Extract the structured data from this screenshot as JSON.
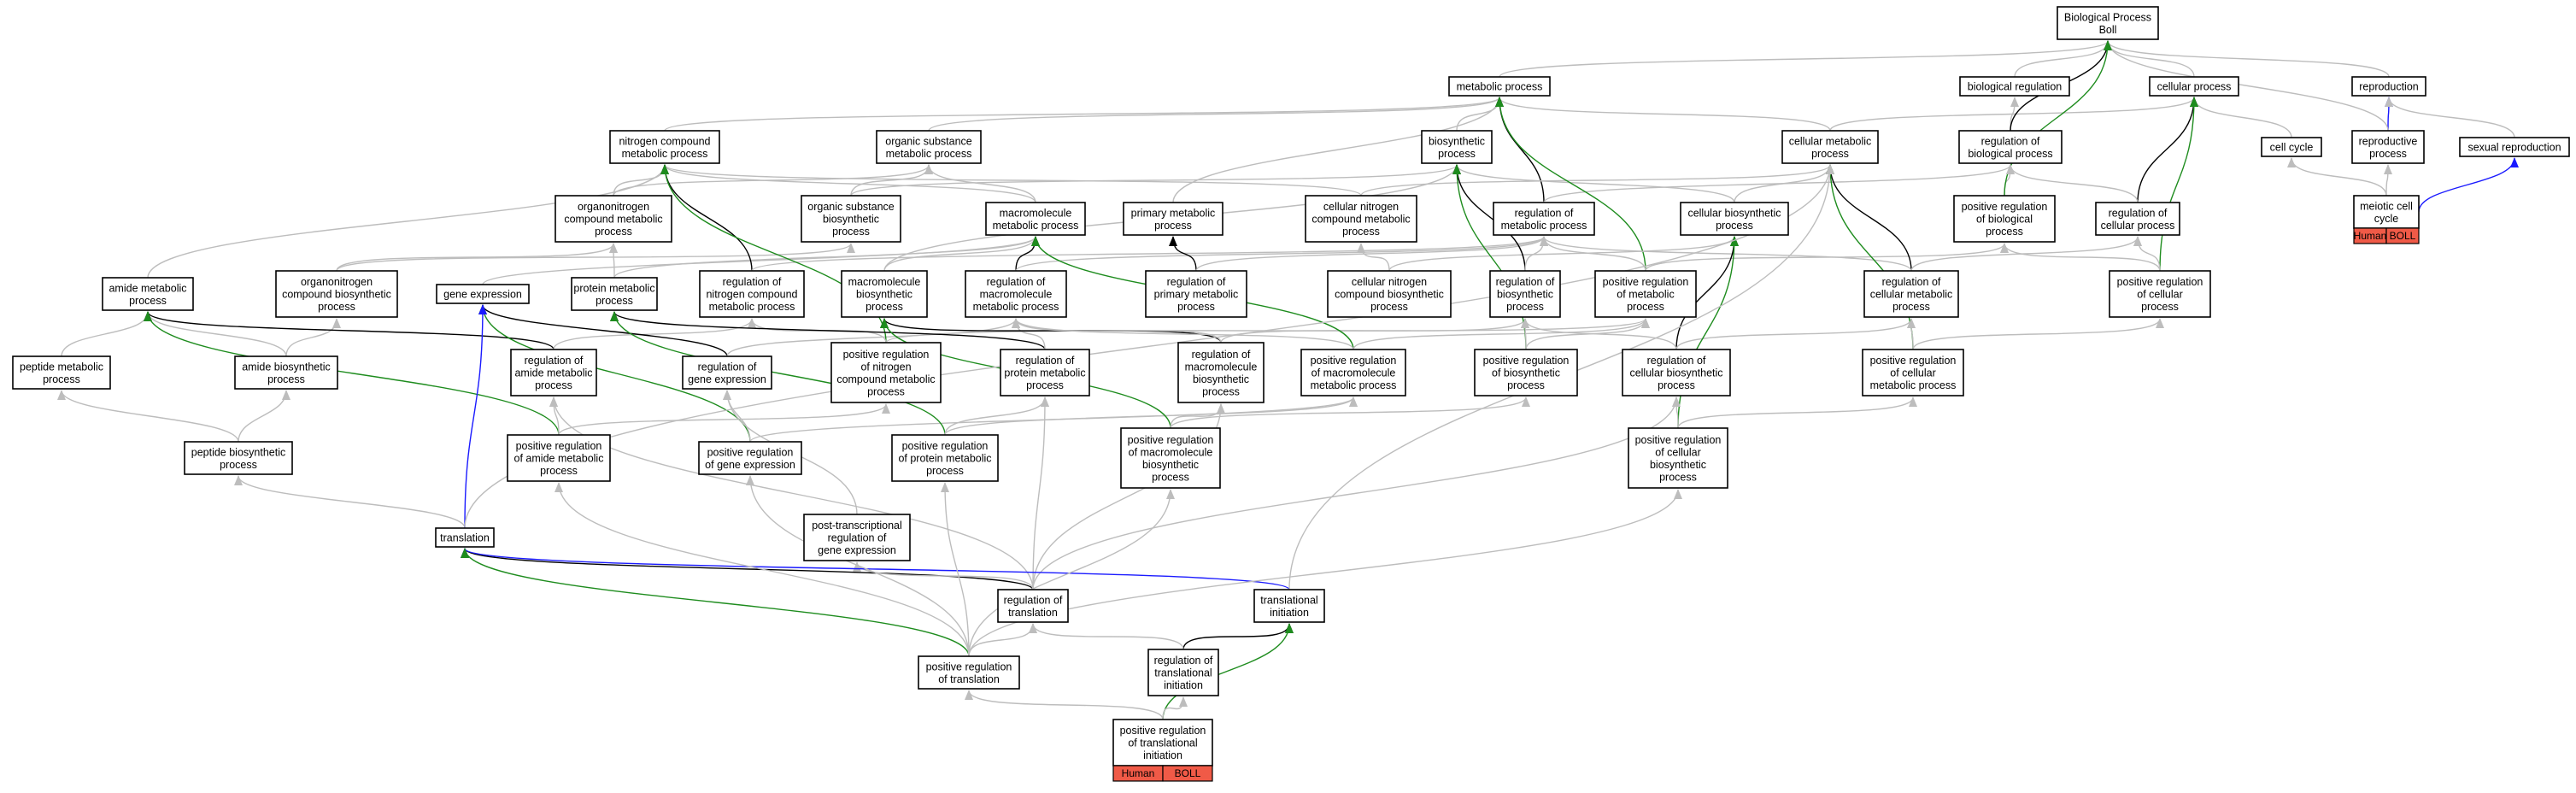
{
  "colors": {
    "is_a": "#bdbdbd",
    "regulates": "#000000",
    "positively_regulates": "#1e8c1e",
    "part_of": "#1a1aff",
    "badge_fill": "#f05a47"
  },
  "nodes": [
    {
      "id": "bp",
      "label": [
        "Biological Process",
        "Boll"
      ]
    },
    {
      "id": "metabolic",
      "label": [
        "metabolic process"
      ]
    },
    {
      "id": "bioreg",
      "label": [
        "biological regulation"
      ]
    },
    {
      "id": "cellular",
      "label": [
        "cellular process"
      ]
    },
    {
      "id": "reproduction",
      "label": [
        "reproduction"
      ]
    },
    {
      "id": "nitrogen",
      "label": [
        "nitrogen compound",
        "metabolic process"
      ]
    },
    {
      "id": "organicsub",
      "label": [
        "organic substance",
        "metabolic process"
      ]
    },
    {
      "id": "biosynthetic",
      "label": [
        "biosynthetic",
        "process"
      ]
    },
    {
      "id": "cellmeta",
      "label": [
        "cellular metabolic",
        "process"
      ]
    },
    {
      "id": "regbio",
      "label": [
        "regulation of",
        "biological process"
      ]
    },
    {
      "id": "cellcycle",
      "label": [
        "cell cycle"
      ]
    },
    {
      "id": "reproductive",
      "label": [
        "reproductive",
        "process"
      ]
    },
    {
      "id": "sexual",
      "label": [
        "sexual reproduction"
      ]
    },
    {
      "id": "organonitro",
      "label": [
        "organonitrogen",
        "compound metabolic",
        "process"
      ]
    },
    {
      "id": "orgsubbio",
      "label": [
        "organic substance",
        "biosynthetic",
        "process"
      ]
    },
    {
      "id": "macro",
      "label": [
        "macromolecule",
        "metabolic process"
      ]
    },
    {
      "id": "primary",
      "label": [
        "primary metabolic",
        "process"
      ]
    },
    {
      "id": "cellnitro",
      "label": [
        "cellular nitrogen",
        "compound metabolic",
        "process"
      ]
    },
    {
      "id": "regmeta",
      "label": [
        "regulation of",
        "metabolic process"
      ]
    },
    {
      "id": "cellbio",
      "label": [
        "cellular biosynthetic",
        "process"
      ]
    },
    {
      "id": "posregbio",
      "label": [
        "positive regulation",
        "of biological",
        "process"
      ]
    },
    {
      "id": "regcell",
      "label": [
        "regulation of",
        "cellular process"
      ]
    },
    {
      "id": "meiotic",
      "label": [
        "meiotic cell",
        "cycle"
      ],
      "badge": [
        "Human",
        "BOLL"
      ]
    },
    {
      "id": "amide",
      "label": [
        "amide metabolic",
        "process"
      ]
    },
    {
      "id": "organonitrobio",
      "label": [
        "organonitrogen",
        "compound biosynthetic",
        "process"
      ]
    },
    {
      "id": "geneexpr",
      "label": [
        "gene expression"
      ]
    },
    {
      "id": "protmeta",
      "label": [
        "protein metabolic",
        "process"
      ]
    },
    {
      "id": "regnitro",
      "label": [
        "regulation of",
        "nitrogen compound",
        "metabolic process"
      ]
    },
    {
      "id": "macrobio",
      "label": [
        "macromolecule",
        "biosynthetic",
        "process"
      ]
    },
    {
      "id": "regmacro",
      "label": [
        "regulation of",
        "macromolecule",
        "metabolic process"
      ]
    },
    {
      "id": "regprimary",
      "label": [
        "regulation of",
        "primary metabolic",
        "process"
      ]
    },
    {
      "id": "cellnitrobio",
      "label": [
        "cellular nitrogen",
        "compound biosynthetic",
        "process"
      ]
    },
    {
      "id": "regbiosyn",
      "label": [
        "regulation of",
        "biosynthetic",
        "process"
      ]
    },
    {
      "id": "posregmeta",
      "label": [
        "positive regulation",
        "of metabolic",
        "process"
      ]
    },
    {
      "id": "regcellmeta",
      "label": [
        "regulation of",
        "cellular metabolic",
        "process"
      ]
    },
    {
      "id": "posregcell",
      "label": [
        "positive regulation",
        "of cellular",
        "process"
      ]
    },
    {
      "id": "peptidemeta",
      "label": [
        "peptide metabolic",
        "process"
      ]
    },
    {
      "id": "amidebio",
      "label": [
        "amide biosynthetic",
        "process"
      ]
    },
    {
      "id": "regamide",
      "label": [
        "regulation of",
        "amide metabolic",
        "process"
      ]
    },
    {
      "id": "reggene",
      "label": [
        "regulation of",
        "gene expression"
      ]
    },
    {
      "id": "posregnitro",
      "label": [
        "positive regulation",
        "of nitrogen",
        "compound metabolic",
        "process"
      ]
    },
    {
      "id": "regprot",
      "label": [
        "regulation of",
        "protein metabolic",
        "process"
      ]
    },
    {
      "id": "regmacrobio",
      "label": [
        "regulation of",
        "macromolecule",
        "biosynthetic",
        "process"
      ]
    },
    {
      "id": "posregmacro",
      "label": [
        "positive regulation",
        "of macromolecule",
        "metabolic process"
      ]
    },
    {
      "id": "posregbiosyn",
      "label": [
        "positive regulation",
        "of biosynthetic",
        "process"
      ]
    },
    {
      "id": "regcellbio",
      "label": [
        "regulation of",
        "cellular biosynthetic",
        "process"
      ]
    },
    {
      "id": "posregcellmeta",
      "label": [
        "positive regulation",
        "of cellular",
        "metabolic process"
      ]
    },
    {
      "id": "peptidebio",
      "label": [
        "peptide biosynthetic",
        "process"
      ]
    },
    {
      "id": "posregamide",
      "label": [
        "positive regulation",
        "of amide metabolic",
        "process"
      ]
    },
    {
      "id": "posreggene",
      "label": [
        "positive regulation",
        "of gene expression"
      ]
    },
    {
      "id": "posregprot",
      "label": [
        "positive regulation",
        "of protein metabolic",
        "process"
      ]
    },
    {
      "id": "posregmacrobio",
      "label": [
        "positive regulation",
        "of macromolecule",
        "biosynthetic",
        "process"
      ]
    },
    {
      "id": "posregcellbio",
      "label": [
        "positive regulation",
        "of cellular",
        "biosynthetic",
        "process"
      ]
    },
    {
      "id": "posttrans",
      "label": [
        "post-transcriptional",
        "regulation of",
        "gene expression"
      ]
    },
    {
      "id": "translation",
      "label": [
        "translation"
      ]
    },
    {
      "id": "regtrans",
      "label": [
        "regulation of",
        "translation"
      ]
    },
    {
      "id": "transinit",
      "label": [
        "translational",
        "initiation"
      ]
    },
    {
      "id": "posregtrans",
      "label": [
        "positive regulation",
        "of translation"
      ]
    },
    {
      "id": "regtransinit",
      "label": [
        "regulation of",
        "translational",
        "initiation"
      ]
    },
    {
      "id": "posregtransinit",
      "label": [
        "positive regulation",
        "of translational",
        "initiation"
      ],
      "badge": [
        "Human",
        "BOLL"
      ]
    }
  ],
  "edges": [
    {
      "from": "metabolic",
      "to": "bp",
      "type": "is_a"
    },
    {
      "from": "bioreg",
      "to": "bp",
      "type": "is_a"
    },
    {
      "from": "cellular",
      "to": "bp",
      "type": "is_a"
    },
    {
      "from": "reproduction",
      "to": "bp",
      "type": "is_a"
    },
    {
      "from": "nitrogen",
      "to": "metabolic",
      "type": "is_a"
    },
    {
      "from": "organicsub",
      "to": "metabolic",
      "type": "is_a"
    },
    {
      "from": "biosynthetic",
      "to": "metabolic",
      "type": "is_a"
    },
    {
      "from": "cellmeta",
      "to": "metabolic",
      "type": "is_a"
    },
    {
      "from": "cellmeta",
      "to": "cellular",
      "type": "is_a"
    },
    {
      "from": "regbio",
      "to": "bioreg",
      "type": "is_a"
    },
    {
      "from": "regbio",
      "to": "bp",
      "type": "regulates"
    },
    {
      "from": "cellcycle",
      "to": "cellular",
      "type": "is_a"
    },
    {
      "from": "reproductive",
      "to": "reproduction",
      "type": "part_of"
    },
    {
      "from": "reproductive",
      "to": "bp",
      "type": "is_a"
    },
    {
      "from": "sexual",
      "to": "reproduction",
      "type": "is_a"
    },
    {
      "from": "organonitro",
      "to": "nitrogen",
      "type": "is_a"
    },
    {
      "from": "organonitro",
      "to": "organicsub",
      "type": "is_a"
    },
    {
      "from": "orgsubbio",
      "to": "organicsub",
      "type": "is_a"
    },
    {
      "from": "orgsubbio",
      "to": "biosynthetic",
      "type": "is_a"
    },
    {
      "from": "macro",
      "to": "organicsub",
      "type": "is_a"
    },
    {
      "from": "macro",
      "to": "nitrogen",
      "type": "is_a"
    },
    {
      "from": "primary",
      "to": "metabolic",
      "type": "is_a"
    },
    {
      "from": "cellnitro",
      "to": "nitrogen",
      "type": "is_a"
    },
    {
      "from": "cellnitro",
      "to": "cellmeta",
      "type": "is_a"
    },
    {
      "from": "regmeta",
      "to": "metabolic",
      "type": "regulates"
    },
    {
      "from": "regmeta",
      "to": "regbio",
      "type": "is_a"
    },
    {
      "from": "cellbio",
      "to": "biosynthetic",
      "type": "is_a"
    },
    {
      "from": "cellbio",
      "to": "cellmeta",
      "type": "is_a"
    },
    {
      "from": "posregbio",
      "to": "regbio",
      "type": "is_a"
    },
    {
      "from": "posregbio",
      "to": "bp",
      "type": "positively_regulates"
    },
    {
      "from": "regcell",
      "to": "cellular",
      "type": "regulates"
    },
    {
      "from": "regcell",
      "to": "regbio",
      "type": "is_a"
    },
    {
      "from": "meiotic",
      "to": "cellcycle",
      "type": "is_a"
    },
    {
      "from": "meiotic",
      "to": "reproductive",
      "type": "is_a"
    },
    {
      "from": "meiotic",
      "to": "sexual",
      "type": "part_of"
    },
    {
      "from": "amide",
      "to": "nitrogen",
      "type": "is_a"
    },
    {
      "from": "organonitrobio",
      "to": "organonitro",
      "type": "is_a"
    },
    {
      "from": "organonitrobio",
      "to": "orgsubbio",
      "type": "is_a"
    },
    {
      "from": "geneexpr",
      "to": "macro",
      "type": "is_a"
    },
    {
      "from": "protmeta",
      "to": "organonitro",
      "type": "is_a"
    },
    {
      "from": "protmeta",
      "to": "macro",
      "type": "is_a"
    },
    {
      "from": "regnitro",
      "to": "nitrogen",
      "type": "regulates"
    },
    {
      "from": "regnitro",
      "to": "regmeta",
      "type": "is_a"
    },
    {
      "from": "macrobio",
      "to": "macro",
      "type": "is_a"
    },
    {
      "from": "macrobio",
      "to": "biosynthetic",
      "type": "is_a"
    },
    {
      "from": "regmacro",
      "to": "macro",
      "type": "regulates"
    },
    {
      "from": "regmacro",
      "to": "regmeta",
      "type": "is_a"
    },
    {
      "from": "regprimary",
      "to": "primary",
      "type": "regulates"
    },
    {
      "from": "regprimary",
      "to": "regmeta",
      "type": "is_a"
    },
    {
      "from": "cellnitrobio",
      "to": "cellnitro",
      "type": "is_a"
    },
    {
      "from": "cellnitrobio",
      "to": "cellbio",
      "type": "is_a"
    },
    {
      "from": "regbiosyn",
      "to": "biosynthetic",
      "type": "regulates"
    },
    {
      "from": "regbiosyn",
      "to": "regmeta",
      "type": "is_a"
    },
    {
      "from": "posregmeta",
      "to": "metabolic",
      "type": "positively_regulates"
    },
    {
      "from": "posregmeta",
      "to": "regmeta",
      "type": "is_a"
    },
    {
      "from": "posregmeta",
      "to": "posregbio",
      "type": "is_a"
    },
    {
      "from": "regcellmeta",
      "to": "cellmeta",
      "type": "regulates"
    },
    {
      "from": "regcellmeta",
      "to": "regmeta",
      "type": "is_a"
    },
    {
      "from": "regcellmeta",
      "to": "regcell",
      "type": "is_a"
    },
    {
      "from": "posregcell",
      "to": "cellular",
      "type": "positively_regulates"
    },
    {
      "from": "posregcell",
      "to": "regcell",
      "type": "is_a"
    },
    {
      "from": "posregcell",
      "to": "posregbio",
      "type": "is_a"
    },
    {
      "from": "peptidemeta",
      "to": "amide",
      "type": "is_a"
    },
    {
      "from": "amidebio",
      "to": "amide",
      "type": "is_a"
    },
    {
      "from": "amidebio",
      "to": "organonitrobio",
      "type": "is_a"
    },
    {
      "from": "regamide",
      "to": "amide",
      "type": "regulates"
    },
    {
      "from": "regamide",
      "to": "regnitro",
      "type": "is_a"
    },
    {
      "from": "reggene",
      "to": "geneexpr",
      "type": "regulates"
    },
    {
      "from": "reggene",
      "to": "regmacro",
      "type": "is_a"
    },
    {
      "from": "posregnitro",
      "to": "nitrogen",
      "type": "positively_regulates"
    },
    {
      "from": "posregnitro",
      "to": "regnitro",
      "type": "is_a"
    },
    {
      "from": "posregnitro",
      "to": "posregmeta",
      "type": "is_a"
    },
    {
      "from": "regprot",
      "to": "protmeta",
      "type": "regulates"
    },
    {
      "from": "regprot",
      "to": "regmacro",
      "type": "is_a"
    },
    {
      "from": "regmacrobio",
      "to": "macrobio",
      "type": "regulates"
    },
    {
      "from": "regmacrobio",
      "to": "regmacro",
      "type": "is_a"
    },
    {
      "from": "regmacrobio",
      "to": "regbiosyn",
      "type": "is_a"
    },
    {
      "from": "posregmacro",
      "to": "macro",
      "type": "positively_regulates"
    },
    {
      "from": "posregmacro",
      "to": "regmacro",
      "type": "is_a"
    },
    {
      "from": "posregmacro",
      "to": "posregmeta",
      "type": "is_a"
    },
    {
      "from": "posregbiosyn",
      "to": "biosynthetic",
      "type": "positively_regulates"
    },
    {
      "from": "posregbiosyn",
      "to": "regbiosyn",
      "type": "is_a"
    },
    {
      "from": "posregbiosyn",
      "to": "posregmeta",
      "type": "is_a"
    },
    {
      "from": "regcellbio",
      "to": "cellbio",
      "type": "regulates"
    },
    {
      "from": "regcellbio",
      "to": "regbiosyn",
      "type": "is_a"
    },
    {
      "from": "regcellbio",
      "to": "regcellmeta",
      "type": "is_a"
    },
    {
      "from": "posregcellmeta",
      "to": "cellmeta",
      "type": "positively_regulates"
    },
    {
      "from": "posregcellmeta",
      "to": "regcellmeta",
      "type": "is_a"
    },
    {
      "from": "posregcellmeta",
      "to": "posregcell",
      "type": "is_a"
    },
    {
      "from": "peptidebio",
      "to": "peptidemeta",
      "type": "is_a"
    },
    {
      "from": "peptidebio",
      "to": "amidebio",
      "type": "is_a"
    },
    {
      "from": "posregamide",
      "to": "amide",
      "type": "positively_regulates"
    },
    {
      "from": "posregamide",
      "to": "regamide",
      "type": "is_a"
    },
    {
      "from": "posregamide",
      "to": "posregnitro",
      "type": "is_a"
    },
    {
      "from": "posreggene",
      "to": "geneexpr",
      "type": "positively_regulates"
    },
    {
      "from": "posreggene",
      "to": "reggene",
      "type": "is_a"
    },
    {
      "from": "posreggene",
      "to": "posregmacro",
      "type": "is_a"
    },
    {
      "from": "posregprot",
      "to": "protmeta",
      "type": "positively_regulates"
    },
    {
      "from": "posregprot",
      "to": "regprot",
      "type": "is_a"
    },
    {
      "from": "posregprot",
      "to": "posregmacro",
      "type": "is_a"
    },
    {
      "from": "posregmacrobio",
      "to": "macrobio",
      "type": "positively_regulates"
    },
    {
      "from": "posregmacrobio",
      "to": "regmacrobio",
      "type": "is_a"
    },
    {
      "from": "posregmacrobio",
      "to": "posregbiosyn",
      "type": "is_a"
    },
    {
      "from": "posregcellbio",
      "to": "cellbio",
      "type": "positively_regulates"
    },
    {
      "from": "posregcellbio",
      "to": "regcellbio",
      "type": "is_a"
    },
    {
      "from": "posregcellbio",
      "to": "posregcellmeta",
      "type": "is_a"
    },
    {
      "from": "posttrans",
      "to": "reggene",
      "type": "is_a"
    },
    {
      "from": "translation",
      "to": "peptidebio",
      "type": "is_a"
    },
    {
      "from": "translation",
      "to": "geneexpr",
      "type": "part_of"
    },
    {
      "from": "translation",
      "to": "cellmeta",
      "type": "is_a"
    },
    {
      "from": "regtrans",
      "to": "translation",
      "type": "regulates"
    },
    {
      "from": "regtrans",
      "to": "regamide",
      "type": "is_a"
    },
    {
      "from": "regtrans",
      "to": "posttrans",
      "type": "is_a"
    },
    {
      "from": "regtrans",
      "to": "regprot",
      "type": "is_a"
    },
    {
      "from": "regtrans",
      "to": "regmacrobio",
      "type": "is_a"
    },
    {
      "from": "regtrans",
      "to": "regcellbio",
      "type": "is_a"
    },
    {
      "from": "transinit",
      "to": "translation",
      "type": "part_of"
    },
    {
      "from": "transinit",
      "to": "cellmeta",
      "type": "is_a"
    },
    {
      "from": "posregtrans",
      "to": "translation",
      "type": "positively_regulates"
    },
    {
      "from": "posregtrans",
      "to": "regtrans",
      "type": "is_a"
    },
    {
      "from": "posregtrans",
      "to": "posregamide",
      "type": "is_a"
    },
    {
      "from": "posregtrans",
      "to": "posreggene",
      "type": "is_a"
    },
    {
      "from": "posregtrans",
      "to": "posregprot",
      "type": "is_a"
    },
    {
      "from": "posregtrans",
      "to": "posregmacrobio",
      "type": "is_a"
    },
    {
      "from": "posregtrans",
      "to": "posregcellbio",
      "type": "is_a"
    },
    {
      "from": "regtransinit",
      "to": "transinit",
      "type": "regulates"
    },
    {
      "from": "regtransinit",
      "to": "regtrans",
      "type": "is_a"
    },
    {
      "from": "posregtransinit",
      "to": "transinit",
      "type": "positively_regulates"
    },
    {
      "from": "posregtransinit",
      "to": "regtransinit",
      "type": "is_a"
    },
    {
      "from": "posregtransinit",
      "to": "posregtrans",
      "type": "is_a"
    }
  ]
}
